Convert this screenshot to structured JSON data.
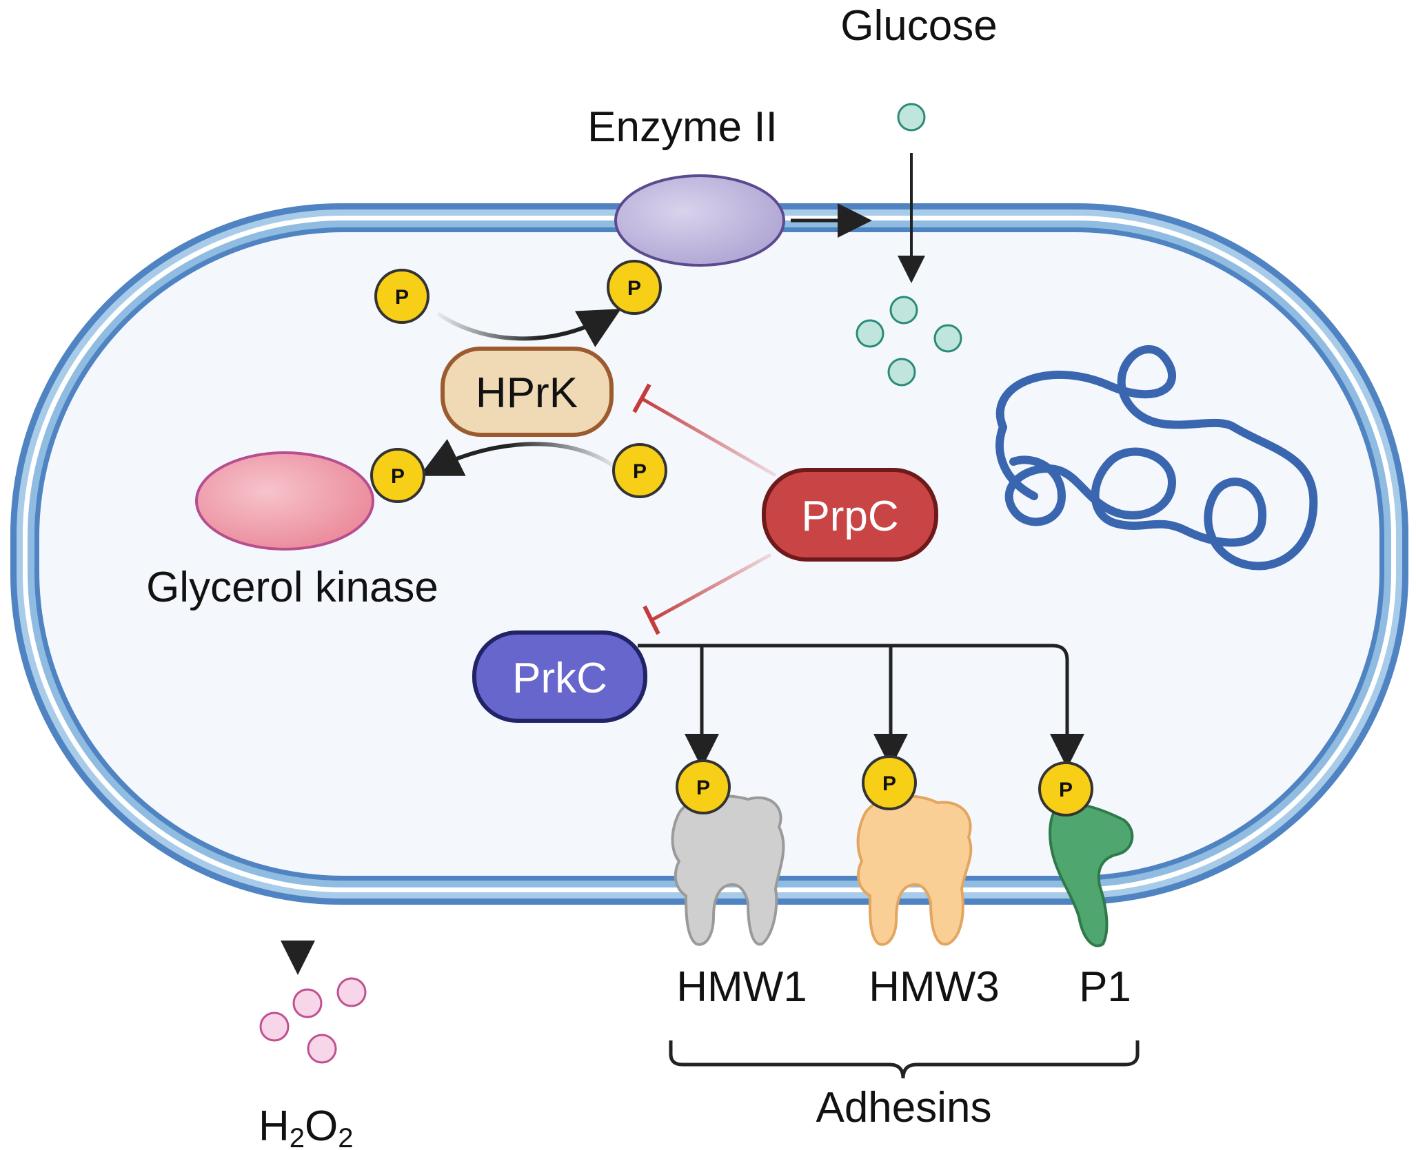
{
  "labels": {
    "glucose": "Glucose",
    "enzyme_ii": "Enzyme II",
    "hprk": "HPrK",
    "prpc": "PrpC",
    "prkc": "PrkC",
    "glycerol_kinase": "Glycerol kinase",
    "h2o2_main": "H",
    "h2o2_sub1": "2",
    "h2o2_mid": "O",
    "h2o2_sub2": "2",
    "hmw1": "HMW1",
    "hmw3": "HMW3",
    "p1": "P1",
    "adhesins": "Adhesins",
    "phospho": "P"
  },
  "colors": {
    "membrane_outer": "#4f83c2",
    "membrane_inner": "#9fc6e6",
    "cytoplasm": "#f4f8fd",
    "enzyme_ii": "#b7aed8",
    "hprk_fill": "#f0d9b5",
    "hprk_stroke": "#9c5b2f",
    "prpc": "#c94545",
    "prkc": "#6666cc",
    "glycerol_kinase": "#ee9aa8",
    "glucose": "#bfe5dc",
    "h2o2": "#f7d6ea",
    "phosphate": "#f7cf16",
    "inhibition": "#c43b3b",
    "dna": "#3a66b0",
    "hmw1": "#cfcfcf",
    "hmw3": "#f9cf96",
    "p1_protein": "#4fa66f"
  },
  "icons": [
    "dna-coil-icon",
    "protein-blob-icon",
    "phosphate-icon",
    "molecule-dot-icon"
  ]
}
